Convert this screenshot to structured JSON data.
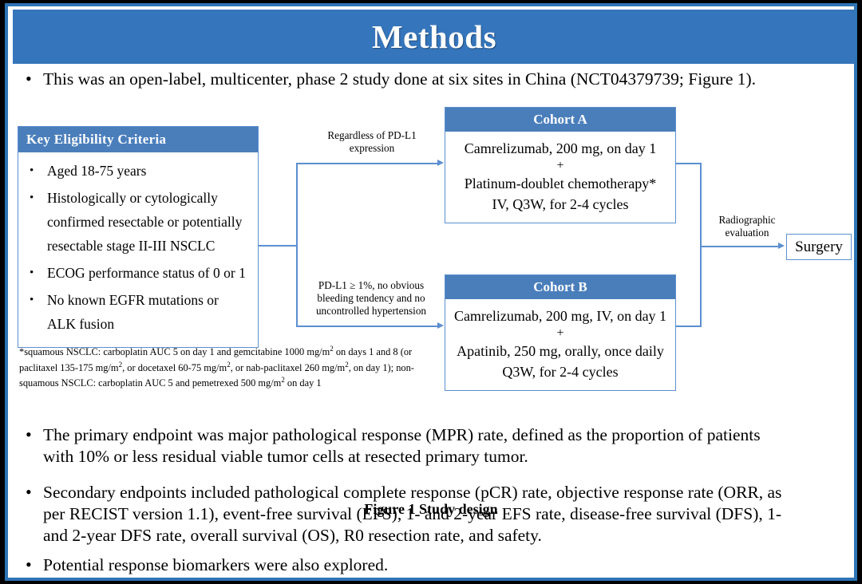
{
  "slide": {
    "title": "Methods",
    "accent_blue": "#3575bb",
    "box_header_blue": "#4a7ebb",
    "line_blue": "#5b8fd0",
    "frame_black": "#000000"
  },
  "intro_bullet": {
    "marker": "•",
    "text": "This was an open-label, multicenter, phase 2 study done at six sites in China (NCT04379739; Figure 1)."
  },
  "figure": {
    "caption": "Figure 1 Study design",
    "eligibility": {
      "header": "Key  Eligibility Criteria",
      "marker": "•",
      "items": [
        {
          "lines": [
            "Aged 18-75 years"
          ]
        },
        {
          "lines": [
            "Histologically or cytologically",
            "confirmed resectable or potentially",
            "resectable stage II-III  NSCLC"
          ]
        },
        {
          "lines": [
            "ECOG performance status of 0 or 1"
          ]
        },
        {
          "lines": [
            "No known EGFR mutations or",
            "ALK fusion"
          ]
        }
      ]
    },
    "footnote": {
      "line1_a": "*squamous NSCLC: carboplatin AUC 5 on day 1 and gemcitabine 1000 mg/m",
      "line1_sup": "2",
      "line1_b": " on days 1 and 8 (or",
      "line2_a": "paclitaxel  135-175  mg/m",
      "line2_sup1": "2",
      "line2_b": ", or docetaxel 60-75 mg/m",
      "line2_sup2": "2",
      "line2_c": ", or nab-paclitaxel 260 mg/m",
      "line2_sup3": "2",
      "line2_d": ", on day 1); non-",
      "line3_a": "squamous NSCLC: carboplatin AUC 5 and pemetrexed 500 mg/m",
      "line3_sup": "2",
      "line3_b": " on day 1"
    },
    "connector_top_caption": "Regardless  of PD-L1\nexpression",
    "connector_bottom_caption": "PD-L1 ≥ 1%, no obvious\nbleeding tendency  and no\nuncontrolled  hypertension",
    "connector_right_caption": "Radiographic\nevaluation",
    "cohort_a": {
      "header": "Cohort A",
      "line1": "Camrelizumab, 200 mg, on day 1",
      "plus": "+",
      "line2": "Platinum-doublet chemotherapy*",
      "line3": "IV, Q3W, for 2-4 cycles"
    },
    "cohort_b": {
      "header": "Cohort B",
      "line1": "Camrelizumab, 200 mg, IV, on day 1",
      "plus": "+",
      "line2": "Apatinib, 250 mg, orally, once daily",
      "line3": "Q3W, for 2-4 cycles"
    },
    "surgery": {
      "label": "Surgery"
    }
  },
  "endpoint_bullets": [
    {
      "marker": "•",
      "lines": [
        "The primary endpoint was major pathological response (MPR) rate, defined as the proportion of patients",
        "with 10% or less residual viable tumor cells at resected primary tumor."
      ]
    },
    {
      "marker": "•",
      "lines": [
        "Secondary endpoints included pathological complete response (pCR) rate, objective response rate (ORR, as",
        "per RECIST version 1.1), event-free survival (EFS), 1- and 2-year EFS rate, disease-free survival (DFS), 1-",
        "and 2-year DFS rate, overall survival (OS), R0 resection rate, and safety."
      ]
    },
    {
      "marker": "•",
      "lines": [
        "Potential response biomarkers were also explored."
      ]
    }
  ]
}
